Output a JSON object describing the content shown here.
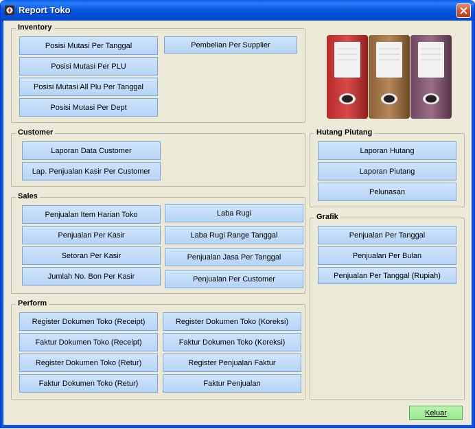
{
  "window": {
    "title": "Report Toko"
  },
  "inventory": {
    "title": "Inventory",
    "buttons": [
      "Posisi Mutasi Per Tanggal",
      "Posisi Mutasi Per PLU",
      "Posisi Mutasi All Plu Per Tanggal",
      "Posisi Mutasi Per Dept",
      "Pembelian Per Supplier"
    ]
  },
  "customer": {
    "title": "Customer",
    "buttons": [
      "Laporan Data Customer",
      "Lap. Penjualan Kasir Per Customer"
    ]
  },
  "sales": {
    "title": "Sales",
    "buttons": [
      "Penjualan Item Harian Toko",
      "Penjualan Per Kasir",
      "Setoran Per Kasir",
      "Jumlah No. Bon Per Kasir",
      "Laba Rugi",
      "Laba Rugi Range Tanggal",
      "Penjualan Jasa Per Tanggal",
      "Penjualan Per Customer"
    ]
  },
  "perform": {
    "title": "Perform",
    "buttons": [
      "Register Dokumen Toko (Receipt)",
      "Faktur Dokumen Toko (Receipt)",
      "Register Dokumen Toko (Retur)",
      "Faktur Dokumen Toko (Retur)",
      "Register Dokumen Toko (Koreksi)",
      "Faktur Dokumen Toko (Koreksi)",
      "Register Penjualan Faktur",
      "Faktur Penjualan"
    ]
  },
  "hutang_piutang": {
    "title": "Hutang Piutang",
    "buttons": [
      "Laporan Hutang",
      "Laporan Piutang",
      "Pelunasan"
    ]
  },
  "grafik": {
    "title": "Grafik",
    "buttons": [
      "Penjualan Per Tanggal",
      "Penjualan Per Bulan",
      "Penjualan Per Tanggal (Rupiah)"
    ]
  },
  "exit_button": {
    "label": "Keluar"
  },
  "icons": {
    "app": "app-icon",
    "close": "close-icon",
    "binders": "binders-icon"
  },
  "colors": {
    "button_bg": "#c4dcf8",
    "button_border": "#7fa7d4",
    "exit_bg": "#a6ec9e",
    "titlebar": "#0a5ae0"
  }
}
